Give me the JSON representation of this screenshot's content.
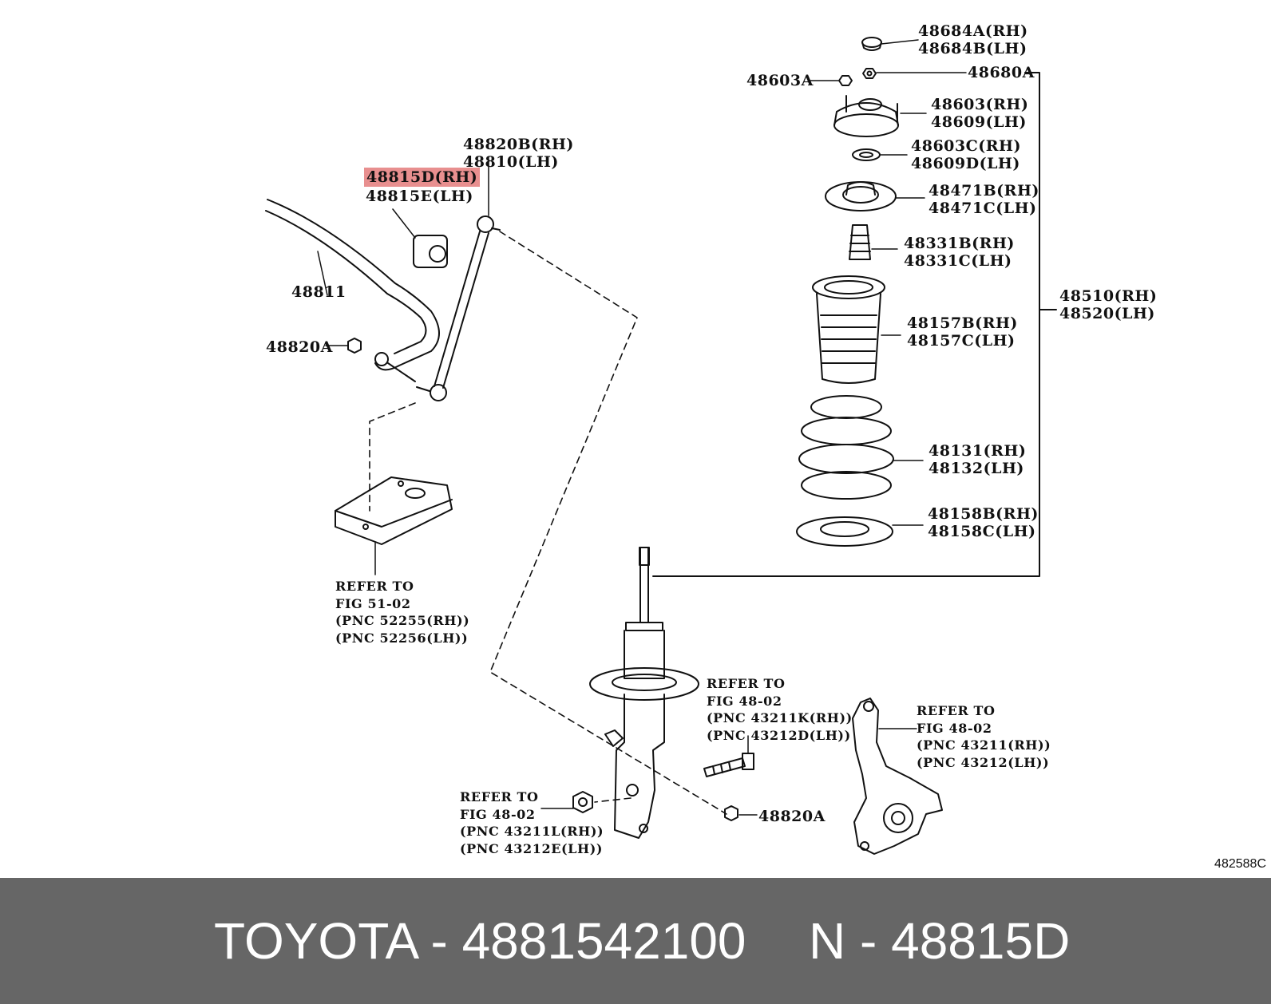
{
  "diagram": {
    "labels": {
      "l_48684": "48684A(RH)\n48684B(LH)",
      "l_48603a": "48603A",
      "l_48680a": "48680A",
      "l_48603": "48603(RH)\n48609(LH)",
      "l_48603c": "48603C(RH)\n48609D(LH)",
      "l_48471": "48471B(RH)\n48471C(LH)",
      "l_48331": "48331B(RH)\n48331C(LH)",
      "l_48510": "48510(RH)\n48520(LH)",
      "l_48157": "48157B(RH)\n48157C(LH)",
      "l_48131": "48131(RH)\n48132(LH)",
      "l_48158": "48158B(RH)\n48158C(LH)",
      "l_48820b": "48820B(RH)\n48810(LH)",
      "l_48815d": "48815D(RH)",
      "l_48815e": "48815E(LH)",
      "l_48811": "48811",
      "l_48820a_left": "48820A",
      "l_48820a_bottom": "48820A"
    },
    "refs": {
      "r_51": "REFER TO\nFIG 51-02\n(PNC 52255(RH))\n(PNC 52256(LH))",
      "r_48_bolt": "REFER TO\nFIG 48-02\n(PNC 43211K(RH))\n(PNC 43212D(LH))",
      "r_48_knuckle": "REFER TO\nFIG 48-02\n(PNC 43211(RH))\n(PNC 43212(LH))",
      "r_48_nut": "REFER TO\nFIG 48-02\n(PNC 43211L(RH))\n(PNC 43212E(LH))"
    },
    "diagram_code": "482588C",
    "highlight_color": "#e88f8f"
  },
  "footer": {
    "brand_part": "TOYOTA - 4881542100",
    "ref_code": "N - 48815D",
    "background": "#666666"
  }
}
